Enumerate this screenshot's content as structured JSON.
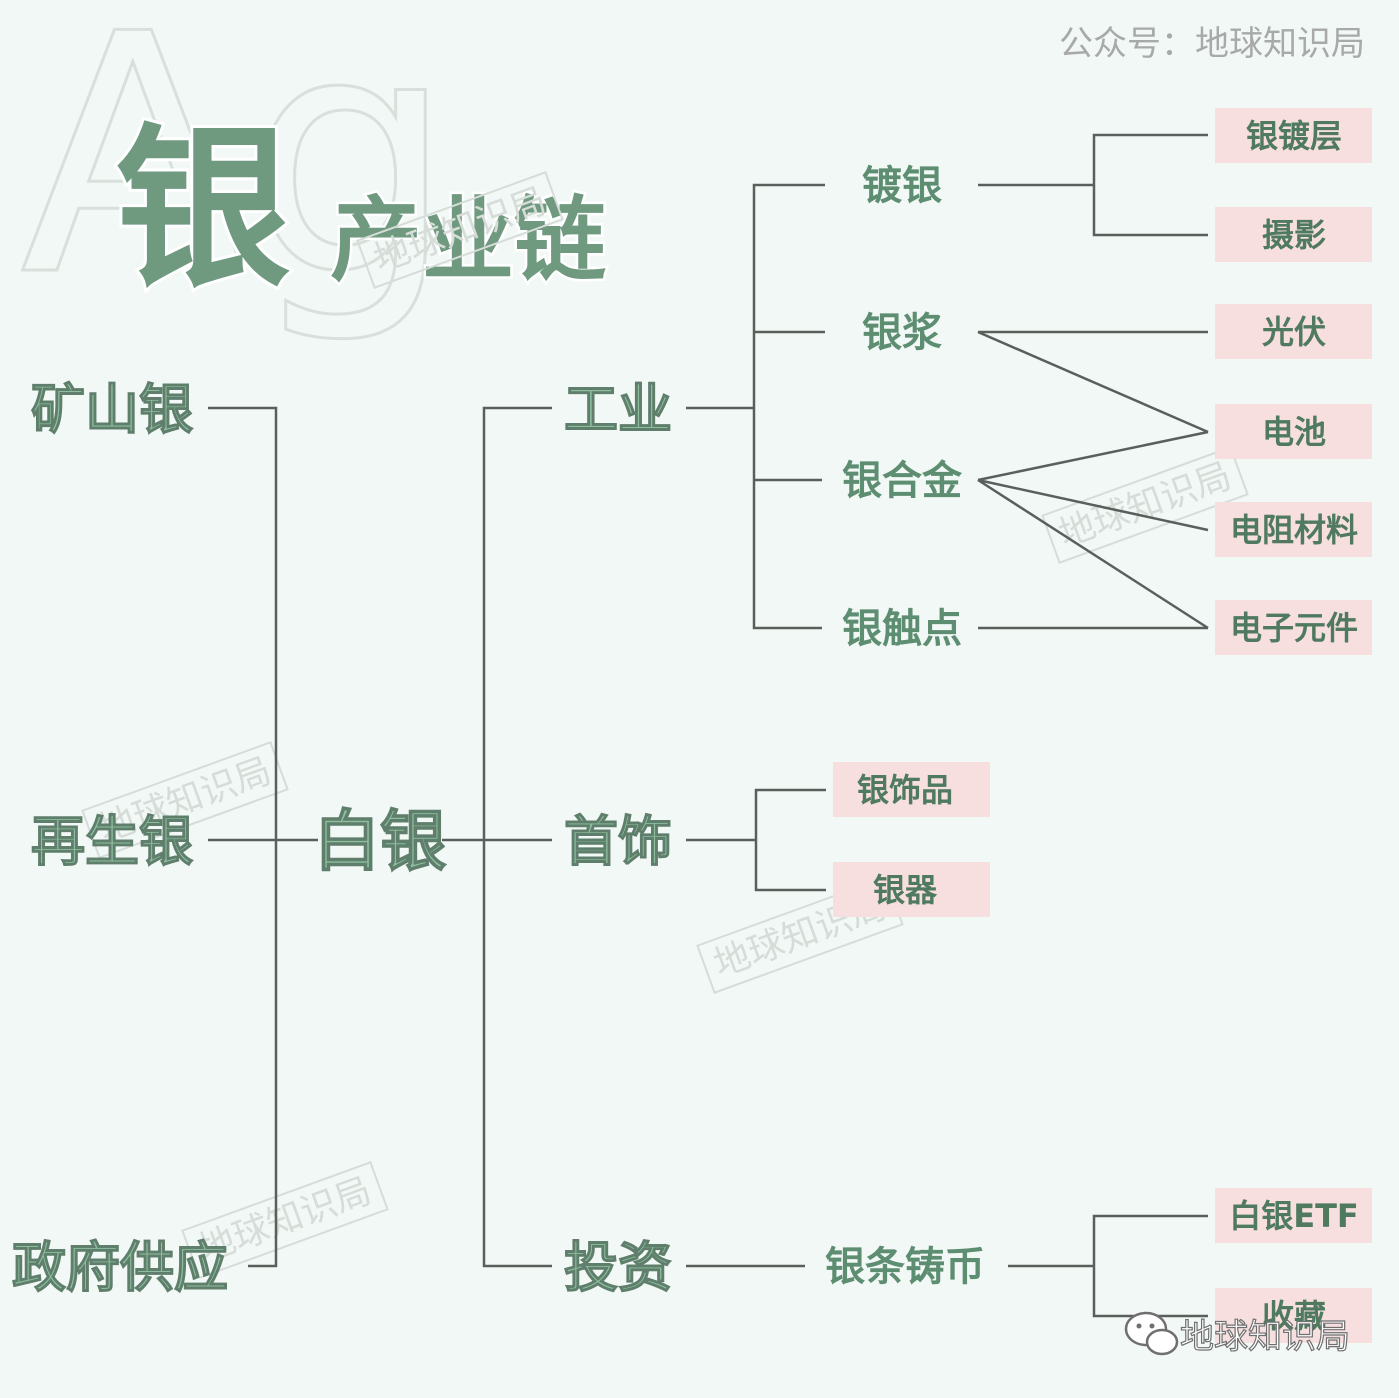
{
  "header": {
    "account": "公众号：地球知识局",
    "title_main": "银",
    "title_sub": "产业链",
    "bg_letters": "Ag"
  },
  "watermarks": {
    "text": "地球知识局",
    "footer": "地球知识局"
  },
  "sources": {
    "mine": "矿山银",
    "recycled": "再生银",
    "government": "政府供应"
  },
  "hub": "白银",
  "uses": {
    "industry": "工业",
    "jewelry": "首饰",
    "investment": "投资"
  },
  "industry_items": {
    "plating": "镀银",
    "paste": "银浆",
    "alloy": "银合金",
    "contact": "银触点"
  },
  "leaves": {
    "plating_layer": "银镀层",
    "photography": "摄影",
    "photovoltaic": "光伏",
    "battery": "电池",
    "resistor": "电阻材料",
    "electronics": "电子元件",
    "ornaments": "银饰品",
    "silverware": "银器",
    "etf": "白银ETF",
    "collection": "收藏"
  },
  "investment_item": "银条铸币",
  "colors": {
    "background": "#f2f8f5",
    "line": "#5a5f5c",
    "dark_green": "#5e8e72",
    "light_green": "#8dbf9f",
    "leaf_box": "#f7dfe0",
    "leaf_text": "#4f7a60",
    "account_text": "#a8aaa9",
    "watermark": "#cdd3cf"
  }
}
